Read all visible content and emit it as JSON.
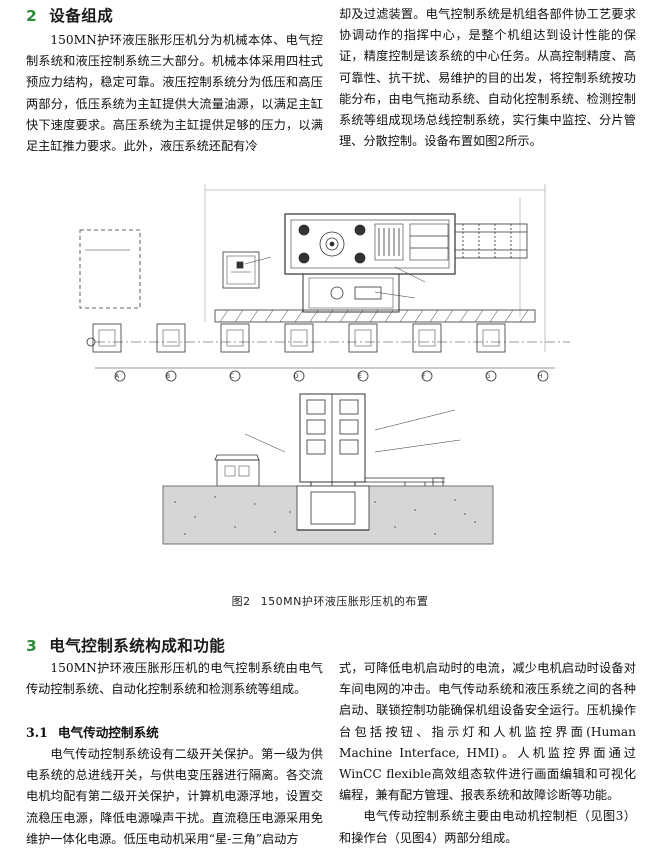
{
  "section2": {
    "number": "2",
    "title": "设备组成",
    "left_paragraphs": [
      "150MN护环液压胀形压机分为机械本体、电气控制系统和液压控制系统三大部分。机械本体采用四柱式预应力结构，稳定可靠。液压控制系统分为低压和高压两部分，低压系统为主缸提供大流量油源，以满足主缸快下速度要求。高压系统为主缸提供足够的压力，以满足主缸推力要求。此外，液压系统还配有冷"
    ],
    "right_paragraphs": [
      "却及过滤装置。电气控制系统是机组各部件协工艺要求协调动作的指挥中心，是整个机组达到设计性能的保证，精度控制是该系统的中心任务。从高控制精度、高可靠性、抗干扰、易维护的目的出发，将控制系统按功能分布，由电气拖动系统、自动化控制系统、检测控制系统等组成现场总线控制系统，实行集中监控、分片管理、分散控制。设备布置如图2所示。"
    ]
  },
  "figure": {
    "label": "图2",
    "caption": "150MN护环液压胀形压机的布置",
    "marks": [
      "A",
      "B",
      "C",
      "D",
      "E",
      "F",
      "G",
      "H"
    ]
  },
  "section3": {
    "number": "3",
    "title": "电气控制系统构成和功能",
    "intro": "150MN护环液压胀形压机的电气控制系统由电气传动控制系统、自动化控制系统和检测系统等组成。",
    "sub_number": "3.1",
    "sub_title": "电气传动控制系统",
    "left_paragraphs": [
      "电气传动控制系统设有二级开关保护。第一级为供电系统的总进线开关，与供电变压器进行隔离。各交流电机均配有第二级开关保护，计算机电源浮地，设置交流稳压电源，降低电源噪声干扰。直流稳压电源采用免维护一体化电源。低压电动机采用“星-三角”启动方"
    ],
    "right_paragraphs": [
      "式，可降低电机启动时的电流，减少电机启动时设备对车间电网的冲击。电气传动系统和液压系统之间的各种启动、联锁控制功能确保机组设备安全运行。压机操作台包括按钮、指示灯和人机监控界面(Human Machine Interface, HMI)。人机监控界面通过WinCC flexible高效组态软件进行画面编辑和可视化编程，兼有配方管理、报表系统和故障诊断等功能。",
      "电气传动控制系统主要由电动机控制柜（见图3）和操作台（见图4）两部分组成。"
    ]
  }
}
